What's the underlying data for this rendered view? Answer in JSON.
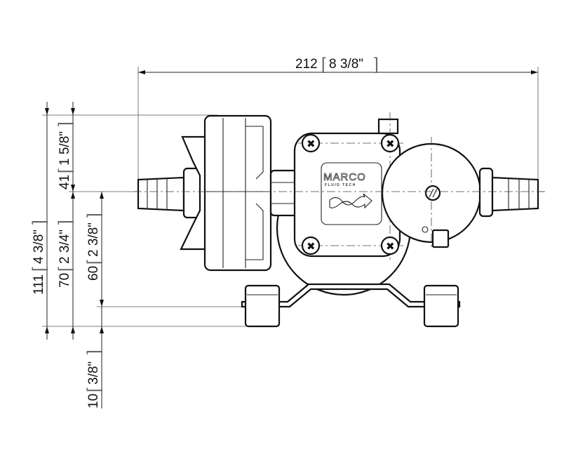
{
  "dimensions": {
    "overall_length": {
      "mm": "212",
      "inch": "8 3/8\""
    },
    "overall_height": {
      "mm": "111",
      "inch": "4 3/8\""
    },
    "top_to_axis": {
      "mm": "41",
      "inch": "1 5/8\""
    },
    "axis_to_base": {
      "mm": "70",
      "inch": "2 3/4\""
    },
    "axis_to_bracket": {
      "mm": "60",
      "inch": "2 3/8\""
    },
    "bracket_to_base": {
      "mm": "10",
      "inch": "3/8\""
    }
  },
  "logo": {
    "brand": "MARCO",
    "tagline": "FLUID TECH"
  }
}
